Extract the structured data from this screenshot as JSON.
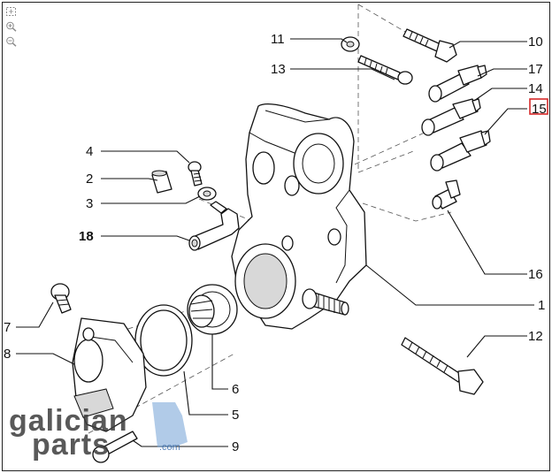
{
  "toolbar": {
    "fit_icon": "fit-to-screen-icon",
    "zoom_in_icon": "zoom-in-icon",
    "zoom_out_icon": "zoom-out-icon"
  },
  "callouts": {
    "c1": "1",
    "c2": "2",
    "c3": "3",
    "c4": "4",
    "c5": "5",
    "c6": "6",
    "c7": "7",
    "c8": "8",
    "c9": "9",
    "c10": "10",
    "c11": "11",
    "c12": "12",
    "c13": "13",
    "c14": "14",
    "c15": "15",
    "c16": "16",
    "c17": "17",
    "c18": "18"
  },
  "highlight": {
    "callout": "15",
    "color": "#d62a2a"
  },
  "watermark": {
    "line1": "galician",
    "line2": "parts",
    "suffix": ".com",
    "accent_color": "#7ea9d8"
  }
}
